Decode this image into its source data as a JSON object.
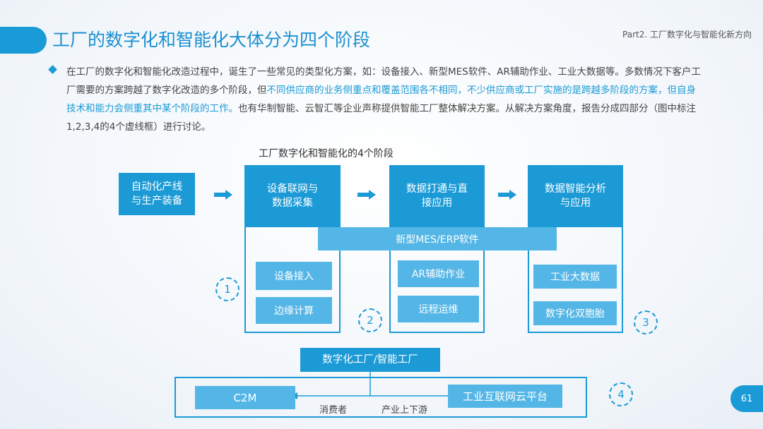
{
  "header": {
    "title": "工厂的数字化和智能化大体分为四个阶段",
    "part_label": "Part2. 工厂数字化与智能化新方向"
  },
  "paragraph": {
    "seg1": "在工厂的数字化和智能化改造过程中，诞生了一些常见的类型化方案，如：设备接入、新型MES软件、AR辅助作业、工业大数据等。多数情况下客户工厂需要的方案跨越了数字化改造的多个阶段，但",
    "seg2": "不同供应商的业务侧重点和覆盖范围各不相同，不少供应商或工厂实施的是跨越多阶段的方案，但自身技术和能力会侧重其中某个阶段的工作。",
    "seg3": "也有华制智能、云智汇等企业声称提供智能工厂整体解决方案。从解决方案角度，报告分成四部分（图中标注1,2,3,4的4个虚线框）进行讨论。"
  },
  "diagram": {
    "caption": "工厂数字化和智能化的4个阶段",
    "stage0": [
      "自动化产线",
      "与生产装备"
    ],
    "stage1": [
      "设备联网与",
      "数据采集"
    ],
    "stage2": [
      "数据打通与直",
      "接应用"
    ],
    "stage3": [
      "数据智能分析",
      "与应用"
    ],
    "mes_bar": "新型MES/ERP软件",
    "s1_items": [
      "设备接入",
      "边缘计算"
    ],
    "s2_items": [
      "AR辅助作业",
      "远程运维"
    ],
    "s3_items": [
      "工业大数据",
      "数字化双胞胎"
    ],
    "nums": [
      "1",
      "2",
      "3",
      "4"
    ],
    "factory_label": "数字化工厂/智能工厂",
    "c2m": "C2M",
    "platform": "工业互联网云平台",
    "consumer": "消费者",
    "industry": "产业上下游"
  },
  "page_number": "61",
  "colors": {
    "accent": "#1b9ad6",
    "light": "#54b6e6"
  }
}
